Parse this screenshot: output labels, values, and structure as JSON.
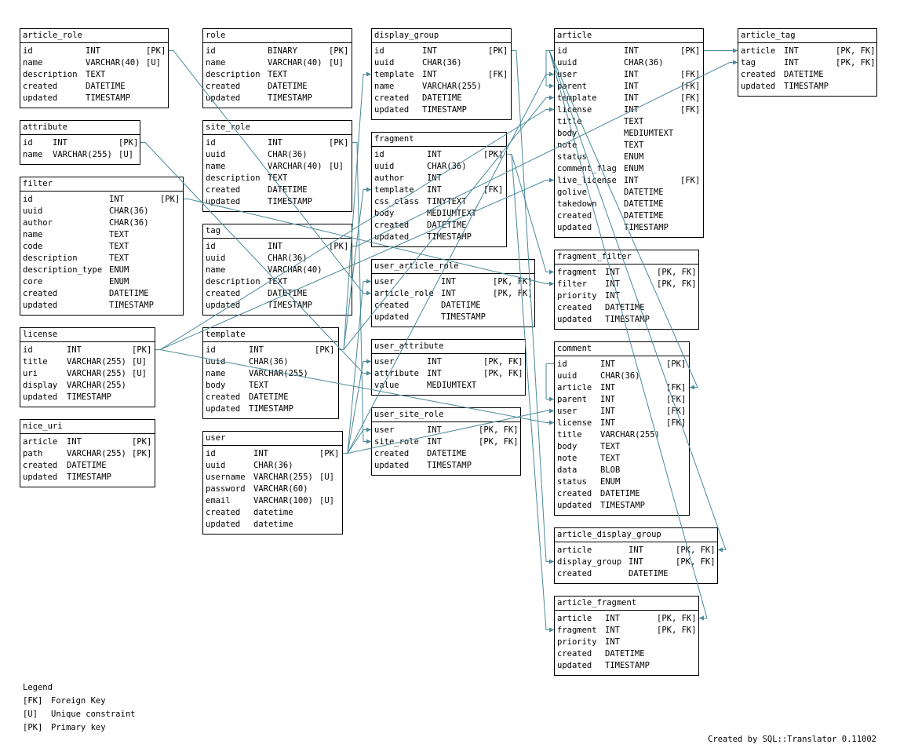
{
  "tables": [
    {
      "key": "article_role",
      "name": "article_role",
      "columns": [
        [
          "id",
          "INT",
          "[PK]"
        ],
        [
          "name",
          "VARCHAR(40)",
          "[U]"
        ],
        [
          "description",
          "TEXT",
          ""
        ],
        [
          "created",
          "DATETIME",
          ""
        ],
        [
          "updated",
          "TIMESTAMP",
          ""
        ]
      ]
    },
    {
      "key": "attribute",
      "name": "attribute",
      "columns": [
        [
          "id",
          "INT",
          "[PK]"
        ],
        [
          "name",
          "VARCHAR(255)",
          "[U]"
        ]
      ]
    },
    {
      "key": "filter",
      "name": "filter",
      "columns": [
        [
          "id",
          "INT",
          "[PK]"
        ],
        [
          "uuid",
          "CHAR(36)",
          ""
        ],
        [
          "author",
          "CHAR(36)",
          ""
        ],
        [
          "name",
          "TEXT",
          ""
        ],
        [
          "code",
          "TEXT",
          ""
        ],
        [
          "description",
          "TEXT",
          ""
        ],
        [
          "description_type",
          "ENUM",
          ""
        ],
        [
          "core",
          "ENUM",
          ""
        ],
        [
          "created",
          "DATETIME",
          ""
        ],
        [
          "updated",
          "TIMESTAMP",
          ""
        ]
      ]
    },
    {
      "key": "license",
      "name": "license",
      "columns": [
        [
          "id",
          "INT",
          "[PK]"
        ],
        [
          "title",
          "VARCHAR(255)",
          "[U]"
        ],
        [
          "uri",
          "VARCHAR(255)",
          "[U]"
        ],
        [
          "display",
          "VARCHAR(255)",
          ""
        ],
        [
          "updated",
          "TIMESTAMP",
          ""
        ]
      ]
    },
    {
      "key": "nice_uri",
      "name": "nice_uri",
      "columns": [
        [
          "article",
          "INT",
          "[PK]"
        ],
        [
          "path",
          "VARCHAR(255)",
          "[PK]"
        ],
        [
          "created",
          "DATETIME",
          ""
        ],
        [
          "updated",
          "TIMESTAMP",
          ""
        ]
      ]
    },
    {
      "key": "role",
      "name": "role",
      "columns": [
        [
          "id",
          "BINARY",
          "[PK]"
        ],
        [
          "name",
          "VARCHAR(40)",
          "[U]"
        ],
        [
          "description",
          "TEXT",
          ""
        ],
        [
          "created",
          "DATETIME",
          ""
        ],
        [
          "updated",
          "TIMESTAMP",
          ""
        ]
      ]
    },
    {
      "key": "site_role",
      "name": "site_role",
      "columns": [
        [
          "id",
          "INT",
          "[PK]"
        ],
        [
          "uuid",
          "CHAR(36)",
          ""
        ],
        [
          "name",
          "VARCHAR(40)",
          "[U]"
        ],
        [
          "description",
          "TEXT",
          ""
        ],
        [
          "created",
          "DATETIME",
          ""
        ],
        [
          "updated",
          "TIMESTAMP",
          ""
        ]
      ]
    },
    {
      "key": "tag",
      "name": "tag",
      "columns": [
        [
          "id",
          "INT",
          "[PK]"
        ],
        [
          "uuid",
          "CHAR(36)",
          ""
        ],
        [
          "name",
          "VARCHAR(40)",
          ""
        ],
        [
          "description",
          "TEXT",
          ""
        ],
        [
          "created",
          "DATETIME",
          ""
        ],
        [
          "updated",
          "TIMESTAMP",
          ""
        ]
      ]
    },
    {
      "key": "template",
      "name": "template",
      "columns": [
        [
          "id",
          "INT",
          "[PK]"
        ],
        [
          "uuid",
          "CHAR(36)",
          ""
        ],
        [
          "name",
          "VARCHAR(255)",
          ""
        ],
        [
          "body",
          "TEXT",
          ""
        ],
        [
          "created",
          "DATETIME",
          ""
        ],
        [
          "updated",
          "TIMESTAMP",
          ""
        ]
      ]
    },
    {
      "key": "user",
      "name": "user",
      "columns": [
        [
          "id",
          "INT",
          "[PK]"
        ],
        [
          "uuid",
          "CHAR(36)",
          ""
        ],
        [
          "username",
          "VARCHAR(255)",
          "[U]"
        ],
        [
          "password",
          "VARCHAR(60)",
          ""
        ],
        [
          "email",
          "VARCHAR(100)",
          "[U]"
        ],
        [
          "created",
          "datetime",
          ""
        ],
        [
          "updated",
          "datetime",
          ""
        ]
      ]
    },
    {
      "key": "display_group",
      "name": "display_group",
      "columns": [
        [
          "id",
          "INT",
          "[PK]"
        ],
        [
          "uuid",
          "CHAR(36)",
          ""
        ],
        [
          "template",
          "INT",
          "[FK]"
        ],
        [
          "name",
          "VARCHAR(255)",
          ""
        ],
        [
          "created",
          "DATETIME",
          ""
        ],
        [
          "updated",
          "TIMESTAMP",
          ""
        ]
      ]
    },
    {
      "key": "fragment",
      "name": "fragment",
      "columns": [
        [
          "id",
          "INT",
          "[PK]"
        ],
        [
          "uuid",
          "CHAR(36)",
          ""
        ],
        [
          "author",
          "INT",
          ""
        ],
        [
          "template",
          "INT",
          "[FK]"
        ],
        [
          "css_class",
          "TINYTEXT",
          ""
        ],
        [
          "body",
          "MEDIUMTEXT",
          ""
        ],
        [
          "created",
          "DATETIME",
          ""
        ],
        [
          "updated",
          "TIMESTAMP",
          ""
        ]
      ]
    },
    {
      "key": "user_article_role",
      "name": "user_article_role",
      "columns": [
        [
          "user",
          "INT",
          "[PK, FK]"
        ],
        [
          "article_role",
          "INT",
          "[PK, FK]"
        ],
        [
          "created",
          "DATETIME",
          ""
        ],
        [
          "updated",
          "TIMESTAMP",
          ""
        ]
      ]
    },
    {
      "key": "user_attribute",
      "name": "user_attribute",
      "columns": [
        [
          "user",
          "INT",
          "[PK, FK]"
        ],
        [
          "attribute",
          "INT",
          "[PK, FK]"
        ],
        [
          "value",
          "MEDIUMTEXT",
          ""
        ]
      ]
    },
    {
      "key": "user_site_role",
      "name": "user_site_role",
      "columns": [
        [
          "user",
          "INT",
          "[PK, FK]"
        ],
        [
          "site_role",
          "INT",
          "[PK, FK]"
        ],
        [
          "created",
          "DATETIME",
          ""
        ],
        [
          "updated",
          "TIMESTAMP",
          ""
        ]
      ]
    },
    {
      "key": "article",
      "name": "article",
      "columns": [
        [
          "id",
          "INT",
          "[PK]"
        ],
        [
          "uuid",
          "CHAR(36)",
          ""
        ],
        [
          "user",
          "INT",
          "[FK]"
        ],
        [
          "parent",
          "INT",
          "[FK]"
        ],
        [
          "template",
          "INT",
          "[FK]"
        ],
        [
          "license",
          "INT",
          "[FK]"
        ],
        [
          "title",
          "TEXT",
          ""
        ],
        [
          "body",
          "MEDIUMTEXT",
          ""
        ],
        [
          "note",
          "TEXT",
          ""
        ],
        [
          "status",
          "ENUM",
          ""
        ],
        [
          "comment_flag",
          "ENUM",
          ""
        ],
        [
          "live_license",
          "INT",
          "[FK]"
        ],
        [
          "golive",
          "DATETIME",
          ""
        ],
        [
          "takedown",
          "DATETIME",
          ""
        ],
        [
          "created",
          "DATETIME",
          ""
        ],
        [
          "updated",
          "TIMESTAMP",
          ""
        ]
      ]
    },
    {
      "key": "article_tag",
      "name": "article_tag",
      "columns": [
        [
          "article",
          "INT",
          "[PK, FK]"
        ],
        [
          "tag",
          "INT",
          "[PK, FK]"
        ],
        [
          "created",
          "DATETIME",
          ""
        ],
        [
          "updated",
          "TIMESTAMP",
          ""
        ]
      ]
    },
    {
      "key": "fragment_filter",
      "name": "fragment_filter",
      "columns": [
        [
          "fragment",
          "INT",
          "[PK, FK]"
        ],
        [
          "filter",
          "INT",
          "[PK, FK]"
        ],
        [
          "priority",
          "INT",
          ""
        ],
        [
          "created",
          "DATETIME",
          ""
        ],
        [
          "updated",
          "TIMESTAMP",
          ""
        ]
      ]
    },
    {
      "key": "comment",
      "name": "comment",
      "columns": [
        [
          "id",
          "INT",
          "[PK]"
        ],
        [
          "uuid",
          "CHAR(36)",
          ""
        ],
        [
          "article",
          "INT",
          "[FK]"
        ],
        [
          "parent",
          "INT",
          "[FK]"
        ],
        [
          "user",
          "INT",
          "[FK]"
        ],
        [
          "license",
          "INT",
          "[FK]"
        ],
        [
          "title",
          "VARCHAR(255)",
          ""
        ],
        [
          "body",
          "TEXT",
          ""
        ],
        [
          "note",
          "TEXT",
          ""
        ],
        [
          "data",
          "BLOB",
          ""
        ],
        [
          "status",
          "ENUM",
          ""
        ],
        [
          "created",
          "DATETIME",
          ""
        ],
        [
          "updated",
          "TIMESTAMP",
          ""
        ]
      ]
    },
    {
      "key": "article_display_group",
      "name": "article_display_group",
      "columns": [
        [
          "article",
          "INT",
          "[PK, FK]"
        ],
        [
          "display_group",
          "INT",
          "[PK, FK]"
        ],
        [
          "created",
          "DATETIME",
          ""
        ]
      ]
    },
    {
      "key": "article_fragment",
      "name": "article_fragment",
      "columns": [
        [
          "article",
          "INT",
          "[PK, FK]"
        ],
        [
          "fragment",
          "INT",
          "[PK, FK]"
        ],
        [
          "priority",
          "INT",
          ""
        ],
        [
          "created",
          "DATETIME",
          ""
        ],
        [
          "updated",
          "TIMESTAMP",
          ""
        ]
      ]
    }
  ],
  "relations": [
    [
      "display_group",
      "template",
      "template",
      "id"
    ],
    [
      "fragment",
      "template",
      "template",
      "id"
    ],
    [
      "user_article_role",
      "user",
      "user",
      "id"
    ],
    [
      "user_article_role",
      "article_role",
      "article_role",
      "id"
    ],
    [
      "user_attribute",
      "user",
      "user",
      "id"
    ],
    [
      "user_attribute",
      "attribute",
      "attribute",
      "id"
    ],
    [
      "user_site_role",
      "user",
      "user",
      "id"
    ],
    [
      "user_site_role",
      "site_role",
      "site_role",
      "id"
    ],
    [
      "article",
      "user",
      "user",
      "id"
    ],
    [
      "article",
      "parent",
      "article",
      "id"
    ],
    [
      "article",
      "template",
      "template",
      "id"
    ],
    [
      "article",
      "license",
      "license",
      "id"
    ],
    [
      "article",
      "live_license",
      "license",
      "id"
    ],
    [
      "article_tag",
      "article",
      "article",
      "id"
    ],
    [
      "article_tag",
      "tag",
      "tag",
      "id"
    ],
    [
      "fragment_filter",
      "fragment",
      "fragment",
      "id"
    ],
    [
      "fragment_filter",
      "filter",
      "filter",
      "id"
    ],
    [
      "comment",
      "article",
      "article",
      "id"
    ],
    [
      "comment",
      "parent",
      "comment",
      "id"
    ],
    [
      "comment",
      "user",
      "user",
      "id"
    ],
    [
      "comment",
      "license",
      "license",
      "id"
    ],
    [
      "article_display_group",
      "article",
      "article",
      "id"
    ],
    [
      "article_display_group",
      "display_group",
      "display_group",
      "id"
    ],
    [
      "article_fragment",
      "article",
      "article",
      "id"
    ],
    [
      "article_fragment",
      "fragment",
      "fragment",
      "id"
    ]
  ],
  "legend": {
    "title": "Legend",
    "items": [
      [
        "[FK]",
        "Foreign Key"
      ],
      [
        "[U]",
        "Unique constraint"
      ],
      [
        "[PK]",
        "Primary key"
      ]
    ]
  },
  "footer": "Created by SQL::Translator 0.11002",
  "colors": {
    "line": "#4a8a99",
    "border": "#000000",
    "text": "#000000",
    "background": "#ffffff"
  }
}
